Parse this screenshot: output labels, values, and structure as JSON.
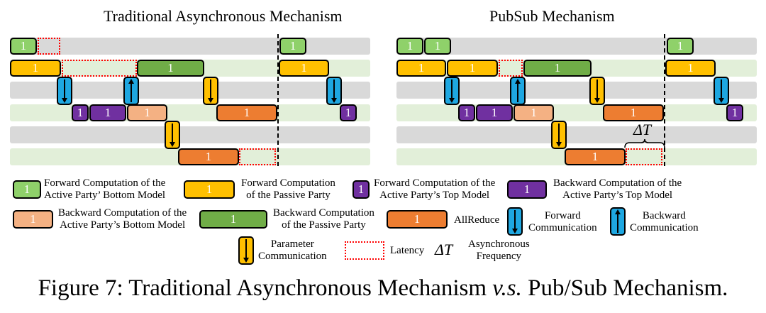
{
  "titles": {
    "left": "Traditional Asynchronous Mechanism",
    "right": "PubSub Mechanism"
  },
  "block_label": "1",
  "delta": "ΔT",
  "colors": {
    "green": "#8fd16a",
    "yellow": "#ffc000",
    "purple": "#7030a0",
    "peach": "#f4b183",
    "darkgreen": "#70ad47",
    "orange": "#ed7d31",
    "blue": "#1ea7e1",
    "latency": "#ff0000"
  },
  "legend": {
    "fwd_active_bottom": "Forward Computation of the\nActive Party’ Bottom Model",
    "fwd_passive": "Forward Computation\nof the Passive Party",
    "fwd_active_top": "Forward Computation of the\nActive Party’s Top Model",
    "bwd_active_top": "Backward Computation of the\nActive Party’s Top Model",
    "bwd_active_bottom": "Backward Computation of the\nActive Party’s Bottom Model",
    "bwd_passive": "Backward Computation\nof the Passive Party",
    "allreduce": "AllReduce",
    "fwd_comm": "Forward\nCommunication",
    "bwd_comm": "Backward\nCommunication",
    "param_comm": "Parameter\nCommunication",
    "latency": "Latency",
    "async_freq": "Asynchronous\nFrequency"
  },
  "caption": {
    "prefix": "Figure 7: Traditional Asynchronous Mechanism ",
    "vs": "v.s.",
    "suffix": " Pub/Sub Mechanism."
  }
}
